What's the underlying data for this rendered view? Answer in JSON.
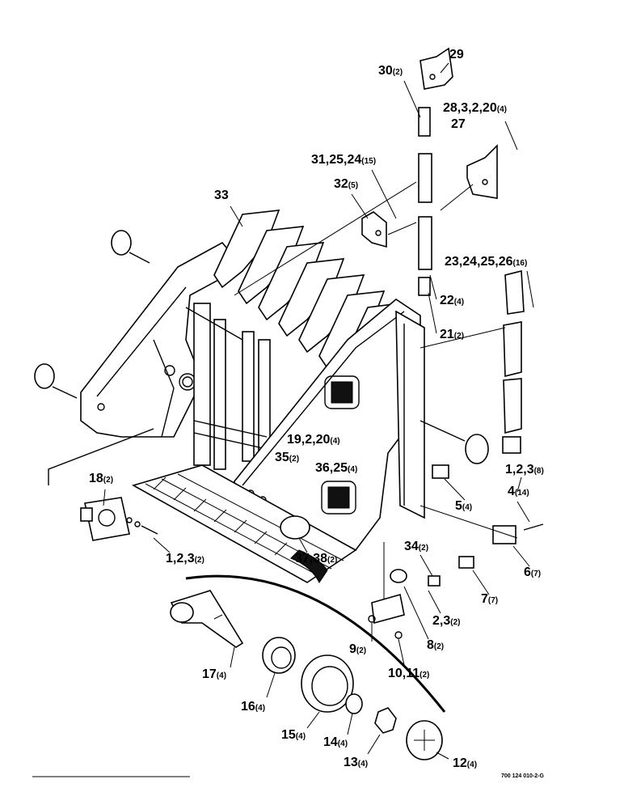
{
  "callouts": [
    {
      "id": "c29",
      "label": "29",
      "qty": ""
    },
    {
      "id": "c30",
      "label": "30",
      "qty": "(2)"
    },
    {
      "id": "c28",
      "label": "28,3,2,20",
      "qty": "(4)"
    },
    {
      "id": "c27",
      "label": "27",
      "qty": ""
    },
    {
      "id": "c31",
      "label": "31,25,24",
      "qty": "(15)"
    },
    {
      "id": "c32",
      "label": "32",
      "qty": "(5)"
    },
    {
      "id": "c33",
      "label": "33",
      "qty": ""
    },
    {
      "id": "c23",
      "label": "23,24,25,26",
      "qty": "(16)"
    },
    {
      "id": "c22",
      "label": "22",
      "qty": "(4)"
    },
    {
      "id": "c21",
      "label": "21",
      "qty": "(2)"
    },
    {
      "id": "c19",
      "label": "19,2,20",
      "qty": "(4)"
    },
    {
      "id": "c35",
      "label": "35",
      "qty": "(2)"
    },
    {
      "id": "c36",
      "label": "36,25",
      "qty": "(4)"
    },
    {
      "id": "c18",
      "label": "18",
      "qty": "(2)"
    },
    {
      "id": "c1a",
      "label": "1,2,3",
      "qty": "(8)"
    },
    {
      "id": "c4",
      "label": "4",
      "qty": "(14)"
    },
    {
      "id": "c5",
      "label": "5",
      "qty": "(4)"
    },
    {
      "id": "c6",
      "label": "6",
      "qty": "(7)"
    },
    {
      "id": "c1b",
      "label": "1,2,3",
      "qty": "(2)"
    },
    {
      "id": "c37",
      "label": "37,38",
      "qty": "(2)"
    },
    {
      "id": "c34",
      "label": "34",
      "qty": "(2)"
    },
    {
      "id": "c7",
      "label": "7",
      "qty": "(7)"
    },
    {
      "id": "c2",
      "label": "2,3",
      "qty": "(2)"
    },
    {
      "id": "c9",
      "label": "9",
      "qty": "(2)"
    },
    {
      "id": "c8",
      "label": "8",
      "qty": "(2)"
    },
    {
      "id": "c10",
      "label": "10,11",
      "qty": "(2)"
    },
    {
      "id": "c17",
      "label": "17",
      "qty": "(4)"
    },
    {
      "id": "c16",
      "label": "16",
      "qty": "(4)"
    },
    {
      "id": "c15",
      "label": "15",
      "qty": "(4)"
    },
    {
      "id": "c14",
      "label": "14",
      "qty": "(4)"
    },
    {
      "id": "c13",
      "label": "13",
      "qty": "(4)"
    },
    {
      "id": "c12",
      "label": "12",
      "qty": "(4)"
    }
  ],
  "drawing_ref": "700 124 010-2-G"
}
